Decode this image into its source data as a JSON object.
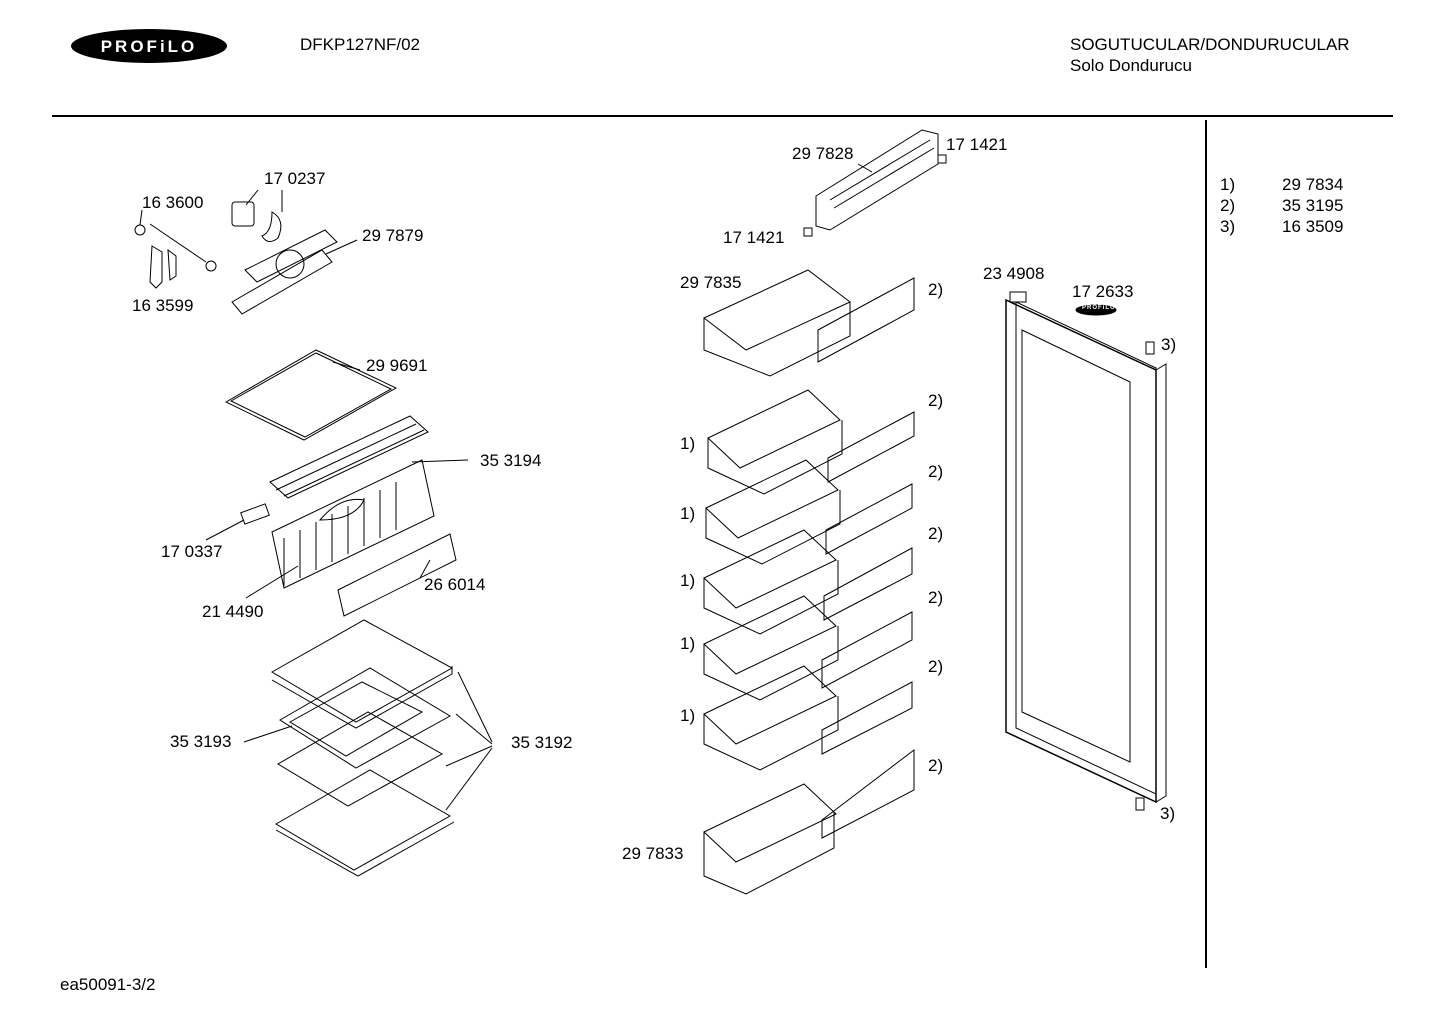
{
  "header": {
    "brand": "PROFiLO",
    "model": "DFKP127NF/02",
    "category": "SOGUTUCULAR/DONDURUCULAR",
    "subcategory": "Solo Dondurucu"
  },
  "footer": {
    "doc_id": "ea50091-3/2"
  },
  "parts": {
    "p170237": "17 0237",
    "p163600": "16 3600",
    "p297879": "29 7879",
    "p163599": "16 3599",
    "p299691": "29 9691",
    "p353194": "35 3194",
    "p170337": "17 0337",
    "p266014": "26 6014",
    "p214490": "21 4490",
    "p353193": "35 3193",
    "p353192": "35 3192",
    "p297828": "29 7828",
    "p171421a": "17 1421",
    "p171421b": "17 1421",
    "p297835": "29 7835",
    "p234908": "23 4908",
    "p172633": "17 2633",
    "p297833": "29 7833"
  },
  "markers": {
    "m1": "1)",
    "m2": "2)",
    "m3": "3)"
  },
  "logo_badge": "PROFiLO",
  "legend": [
    {
      "key": "1)",
      "value": "29 7834"
    },
    {
      "key": "2)",
      "value": "35 3195"
    },
    {
      "key": "3)",
      "value": "16 3509"
    }
  ]
}
